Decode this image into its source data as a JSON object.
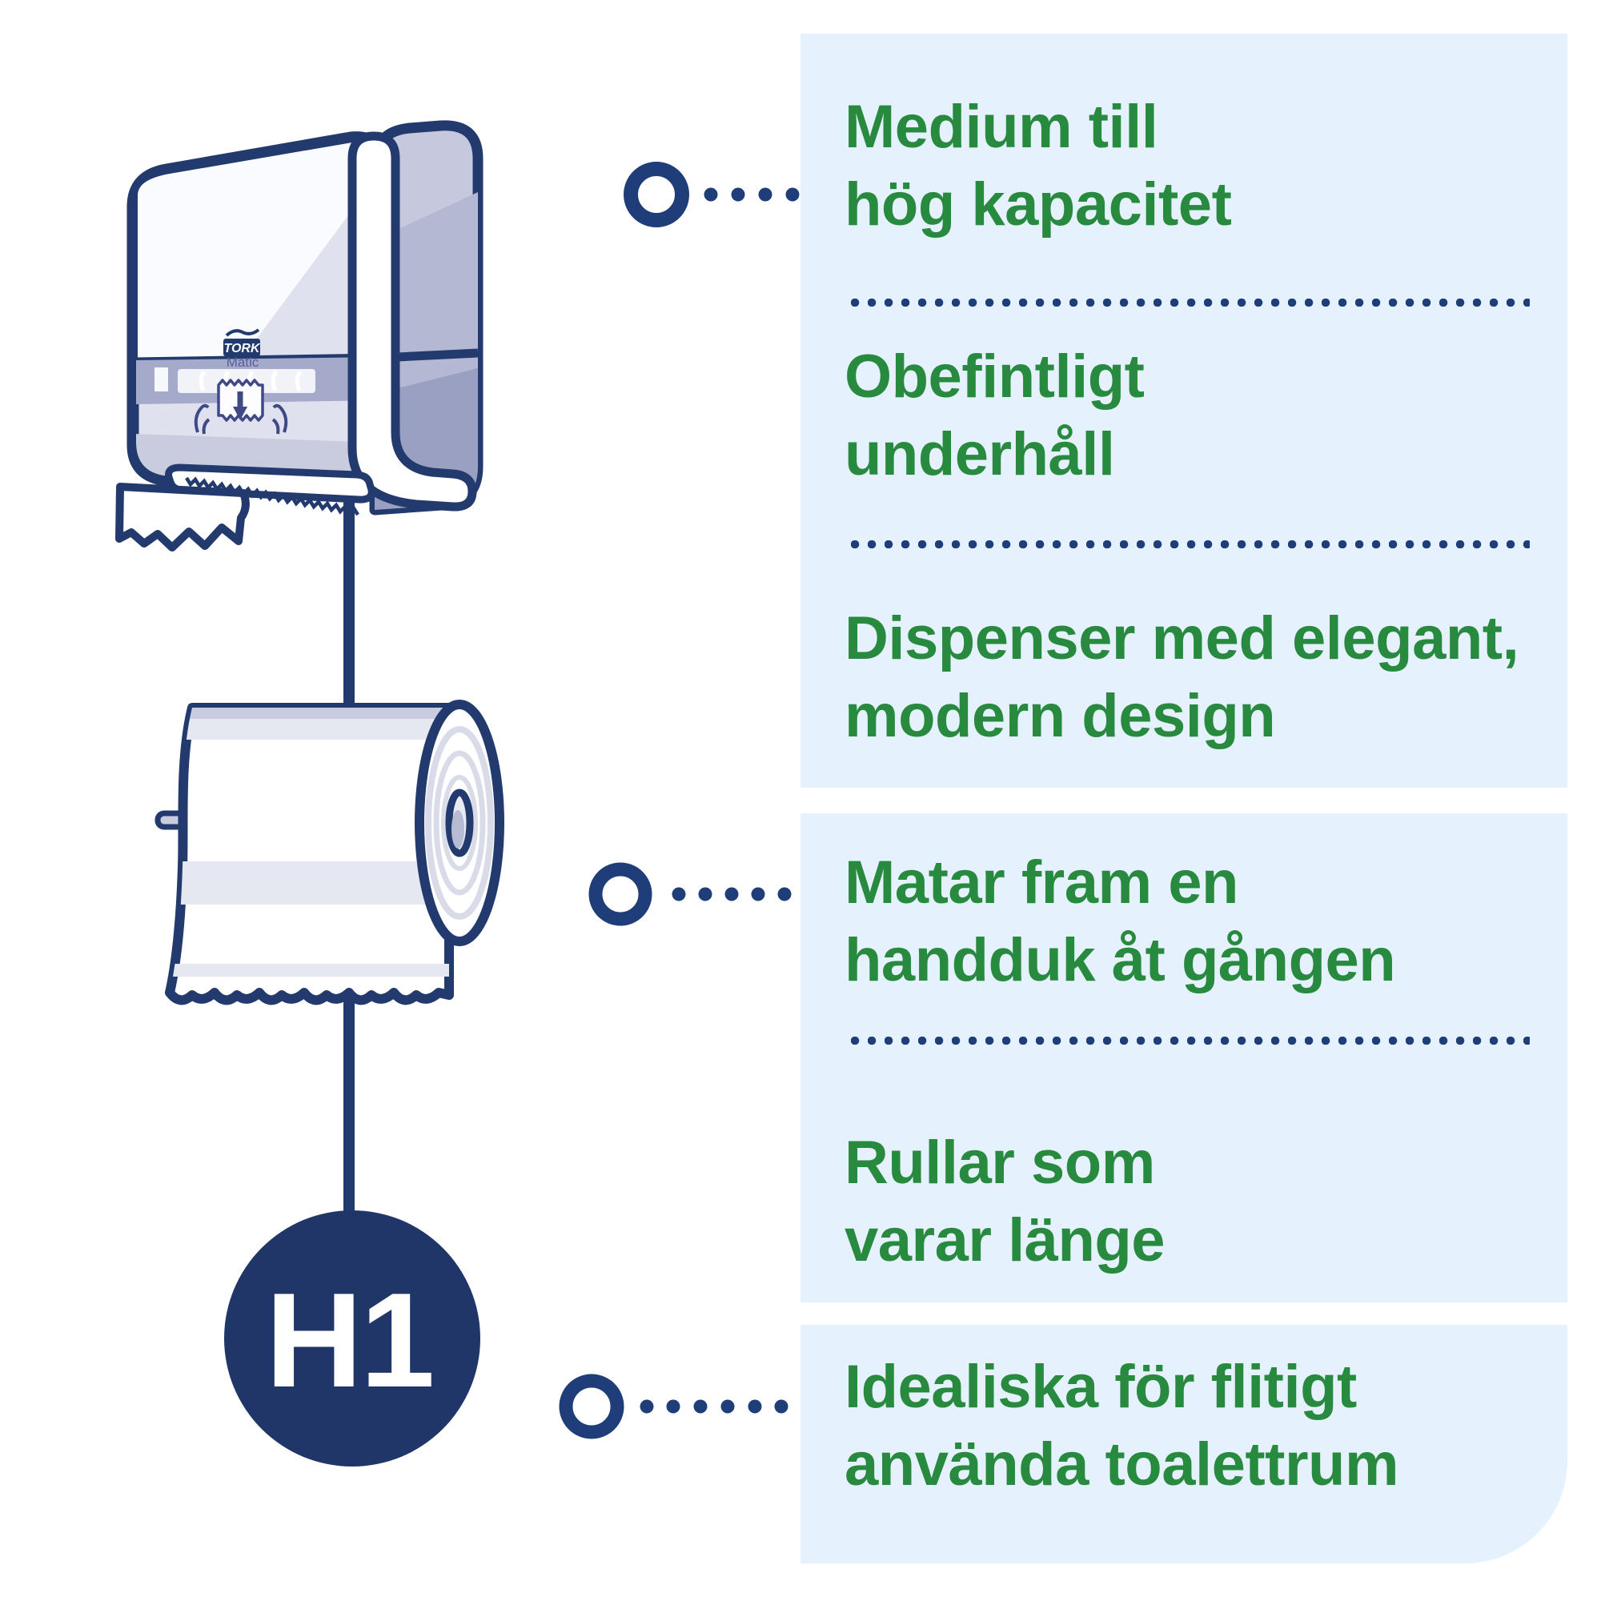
{
  "colors": {
    "navy_outline": "#223A6D",
    "navy_dots": "#1F3D78",
    "badge_navy": "#213668",
    "text_green": "#288A3E",
    "panel_blue": "#E5F1FC",
    "illustration_gray": "#C9CCDE"
  },
  "illustration": {
    "dispenser_brand": "TORK",
    "dispenser_model": "Matic",
    "badge_label": "H1"
  },
  "panels": [
    {
      "blocks": [
        {
          "lines": [
            "Medium till",
            "hög kapacitet"
          ]
        },
        {
          "lines": [
            "Obefintligt",
            "underhåll"
          ]
        },
        {
          "lines": [
            "Dispenser med elegant,",
            "modern design"
          ]
        }
      ]
    },
    {
      "blocks": [
        {
          "lines": [
            "Matar fram en",
            "handduk åt gången"
          ]
        },
        {
          "lines": [
            "Rullar som",
            "varar länge"
          ]
        }
      ]
    },
    {
      "blocks": [
        {
          "lines": [
            "Idealiska för flitigt",
            "använda toalettrum"
          ]
        }
      ]
    }
  ]
}
